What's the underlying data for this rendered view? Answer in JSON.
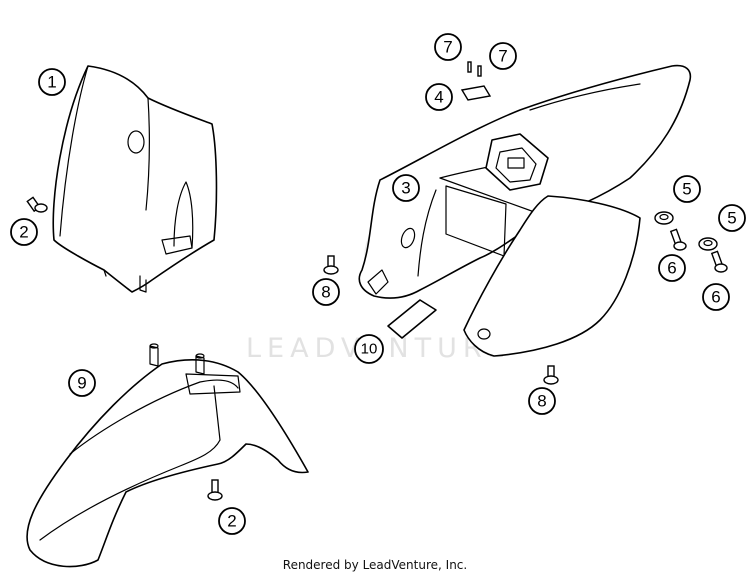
{
  "watermark": {
    "text": "LEADVENTURE"
  },
  "callouts": [
    {
      "id": "c1",
      "label": "1"
    },
    {
      "id": "c2a",
      "label": "2"
    },
    {
      "id": "c2b",
      "label": "2"
    },
    {
      "id": "c3",
      "label": "3"
    },
    {
      "id": "c4",
      "label": "4"
    },
    {
      "id": "c5a",
      "label": "5"
    },
    {
      "id": "c5b",
      "label": "5"
    },
    {
      "id": "c6a",
      "label": "6"
    },
    {
      "id": "c6b",
      "label": "6"
    },
    {
      "id": "c7a",
      "label": "7"
    },
    {
      "id": "c7b",
      "label": "7"
    },
    {
      "id": "c8a",
      "label": "8"
    },
    {
      "id": "c8b",
      "label": "8"
    },
    {
      "id": "c9",
      "label": "9"
    },
    {
      "id": "c10",
      "label": "10"
    }
  ],
  "footer": {
    "credit": "Rendered by LeadVenture, Inc."
  }
}
